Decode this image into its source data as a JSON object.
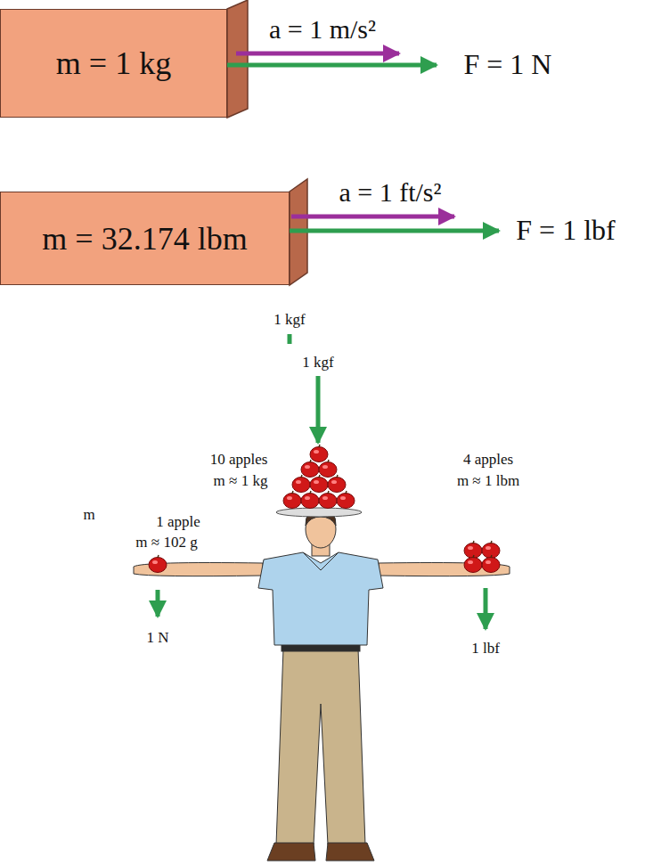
{
  "diagram": {
    "nodes": [
      {
        "text": [
          "m = 1 kg"
        ]
      },
      {
        "text": [
          "m = 32.174 lbm"
        ]
      }
    ],
    "labels": [
      "a = 1 m/s²",
      "F = 1 N",
      "a = 1 ft/s²",
      "F = 1 lbf",
      "1 kgf",
      "1 kgf",
      "10 apples",
      "m ≈ 1 kg",
      "m",
      "1 apple",
      "m ≈ 102 g",
      "1 N",
      "4 apples",
      "m ≈ 1 lbm",
      "1 lbf"
    ]
  }
}
